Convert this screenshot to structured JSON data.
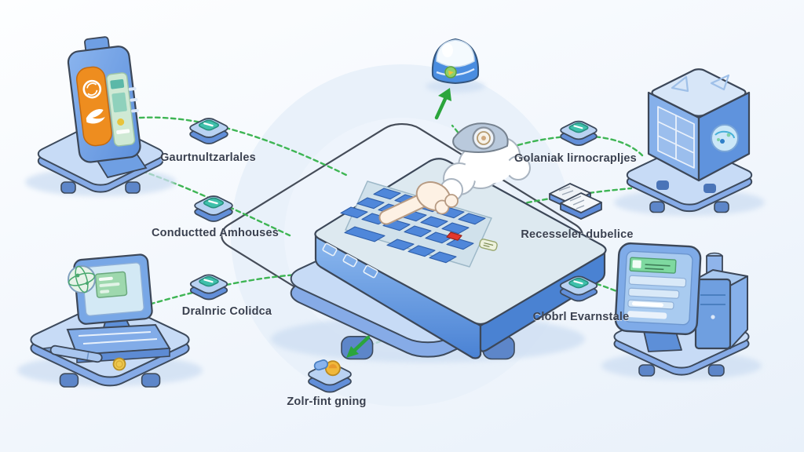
{
  "nodes": {
    "left_top": {
      "label": "Gaurtnultzarlales",
      "icon": "chip-tile-icon"
    },
    "left_middle": {
      "label": "Conductted Amhouses",
      "icon": "chip-tile-icon"
    },
    "left_bottom": {
      "label": "Dralnric Colidca",
      "icon": "chip-tile-icon"
    },
    "right_top": {
      "label": "Golaniak lirnocrapljes",
      "icon": "chip-tile-icon"
    },
    "right_middle": {
      "label": "Recesseler dubelice",
      "icon": "document-cards-icon"
    },
    "right_bottom": {
      "label": "Clobrl Evarnstale",
      "icon": "chip-tile-icon"
    },
    "bottom": {
      "label": "Zolr-fint gning",
      "icon": "coin-chip-tile-icon"
    }
  },
  "devices": {
    "top_left": "smartphone-kiosk-illustration",
    "bottom_left": "desktop-computer-illustration",
    "top_right": "server-cube-illustration",
    "bottom_right": "monitor-tower-illustration",
    "top_center": "alert-beacon-illustration",
    "center": "keyboard-with-hand-illustration"
  },
  "palette": {
    "connector_green": "#35b24b",
    "arrow_green": "#2ba53c",
    "device_blue": "#5d90dc",
    "device_blue_light": "#b9d2f2",
    "platform_blue": "#c7dbf6",
    "outline_dark": "#3d4a5c",
    "label_text": "#3a4150",
    "orange_accent": "#ee8d1f",
    "teal_icon": "#3fc0ab",
    "alert_red": "#e2372c",
    "coin_yellow": "#eec84e",
    "skin_tone": "#fdf1e4"
  }
}
